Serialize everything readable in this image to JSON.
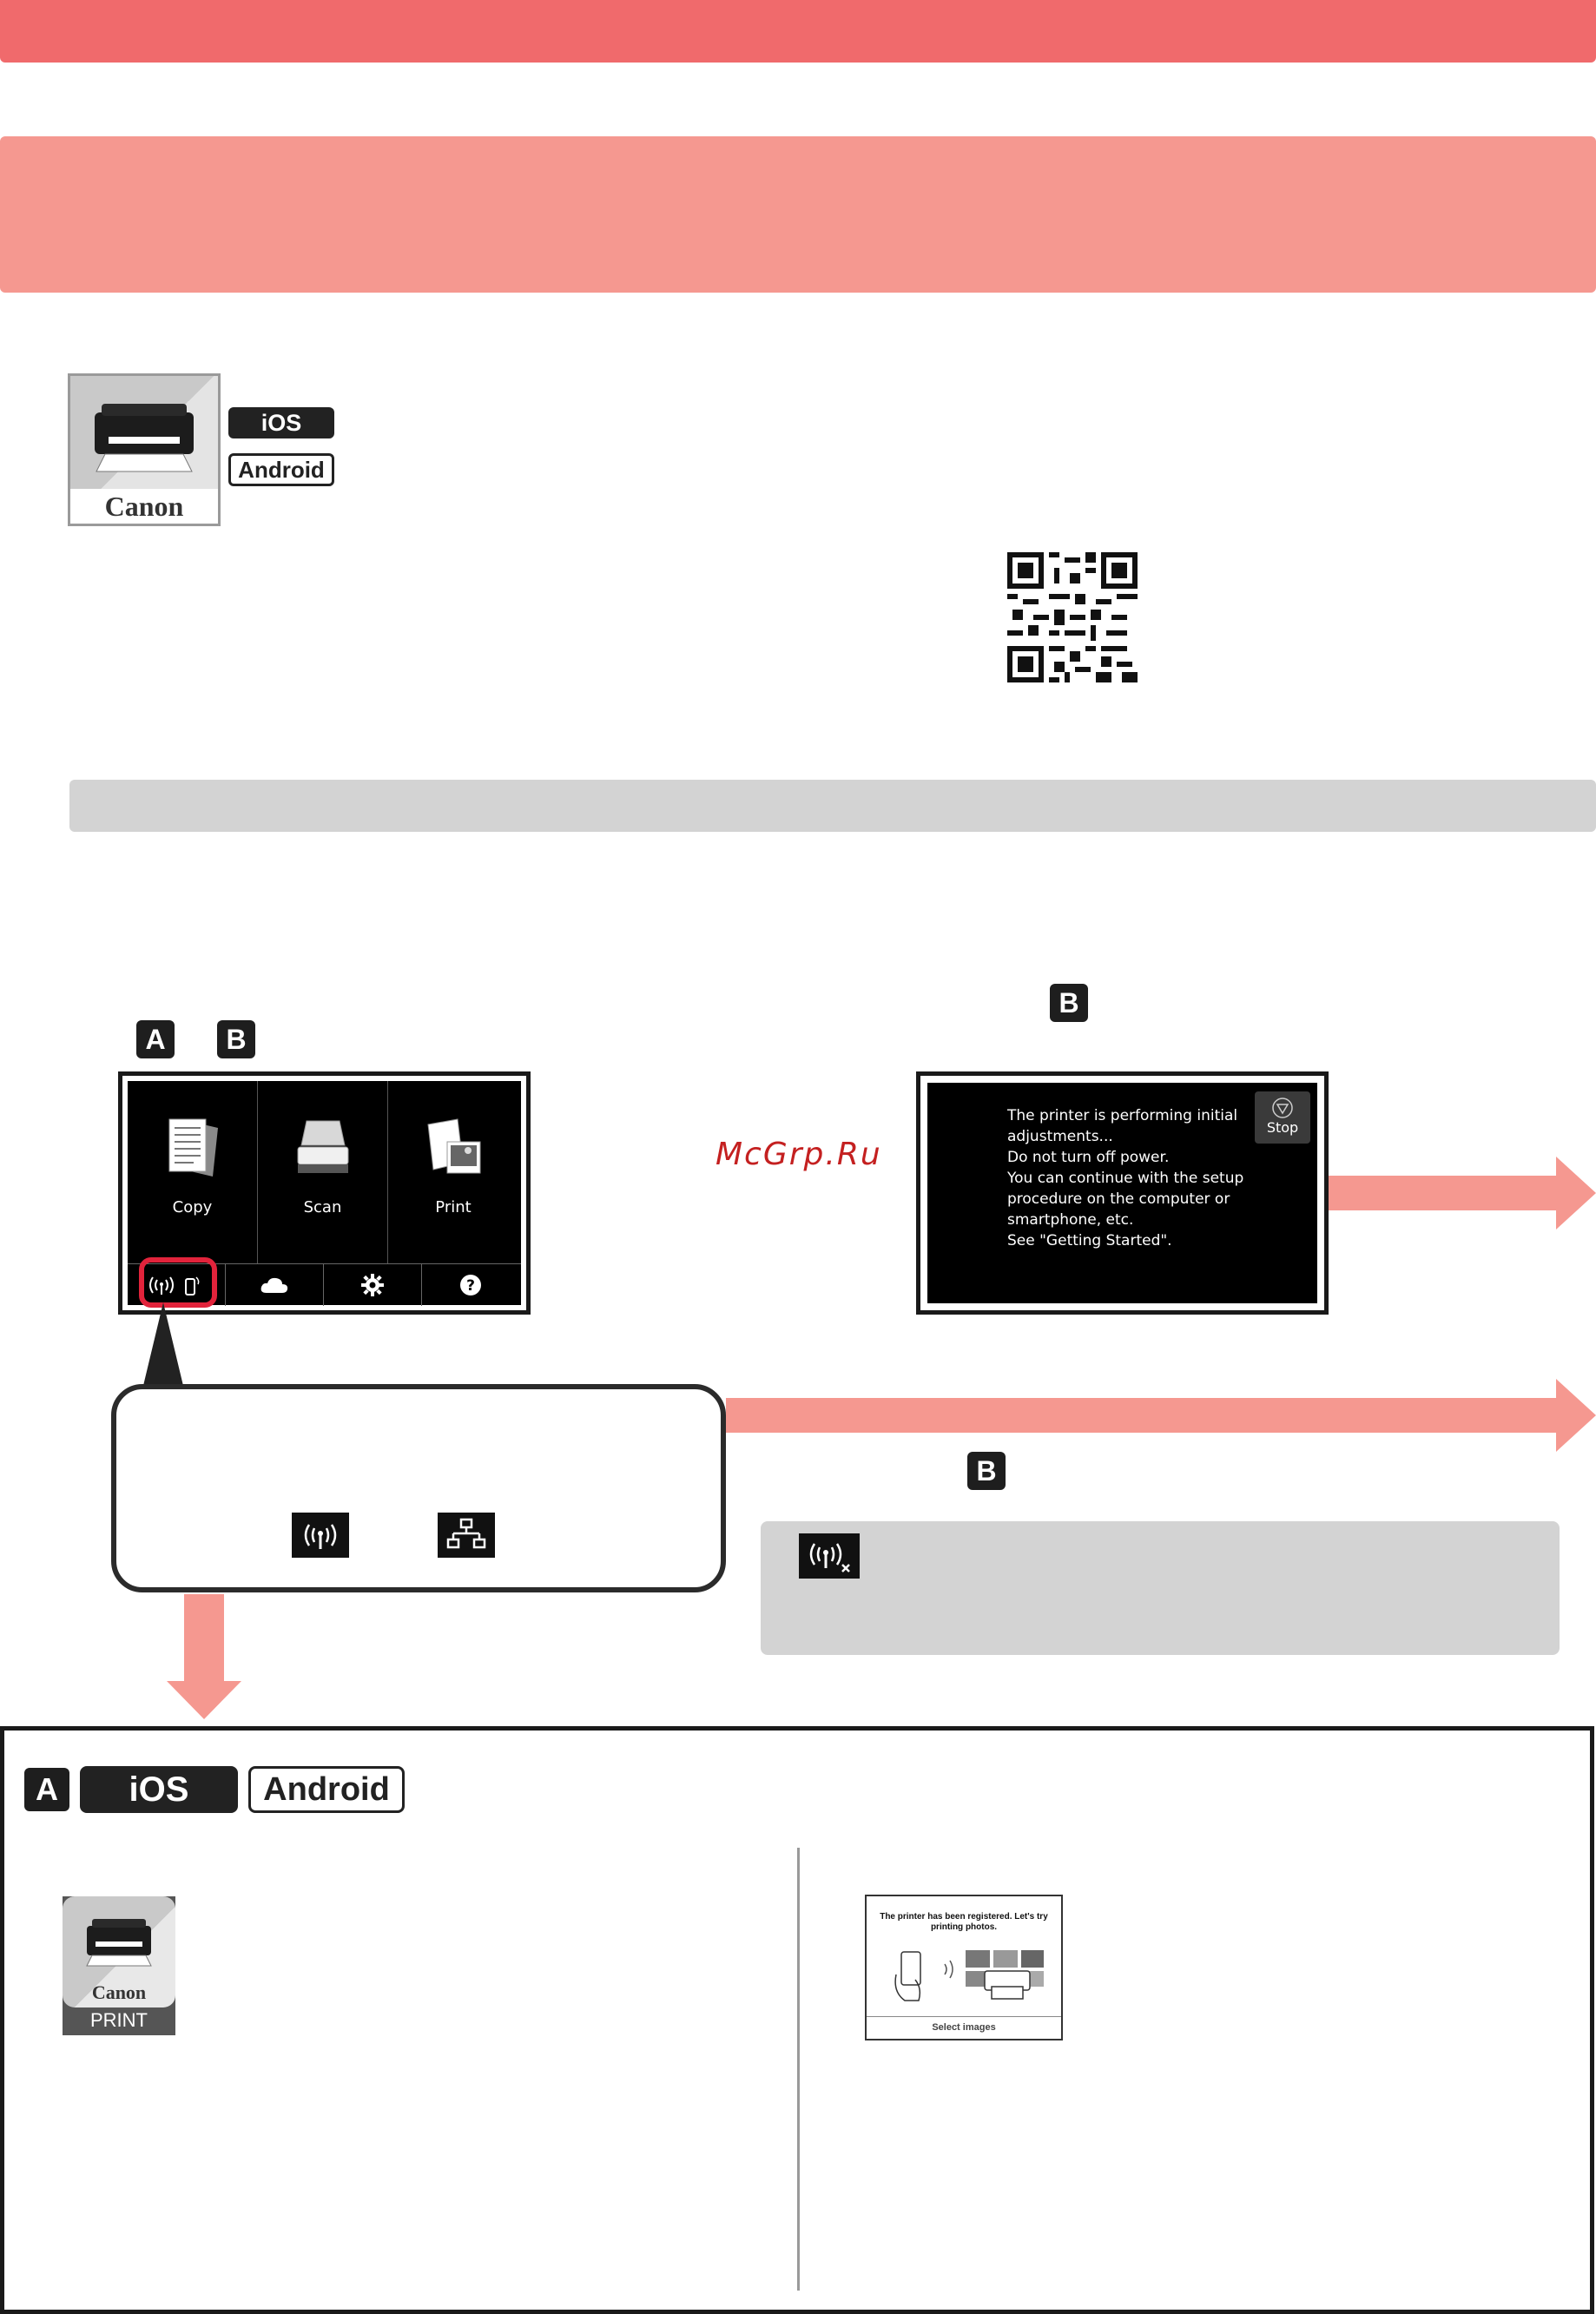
{
  "app": {
    "logo_text": "Canon",
    "print_label": "PRINT"
  },
  "platforms": {
    "ios": "iOS",
    "android": "Android"
  },
  "badges": {
    "a": "A",
    "b": "B"
  },
  "home_screen": {
    "items": [
      {
        "label": "Copy",
        "icon": "copy-icon"
      },
      {
        "label": "Scan",
        "icon": "scan-icon"
      },
      {
        "label": "Print",
        "icon": "print-icon"
      }
    ],
    "bottom_icons": [
      "wireless-icon",
      "cloud-icon",
      "settings-icon",
      "help-icon"
    ]
  },
  "printer_message": {
    "text": "The printer is performing initial\nadjustments...\nDo not turn off power.\nYou can continue with the setup\nprocedure on the computer or\nsmartphone, etc.\nSee \"Getting Started\".",
    "stop_label": "Stop"
  },
  "watermark": "McGrp.Ru",
  "phone_screen": {
    "message": "The printer has been registered. Let's try printing photos.",
    "select_label": "Select images"
  },
  "colors": {
    "top_bar": "#f06a6c",
    "title_band": "#f59890",
    "arrow": "#f59890",
    "highlight": "#e2233b",
    "gray_panel": "#d3d3d3"
  }
}
